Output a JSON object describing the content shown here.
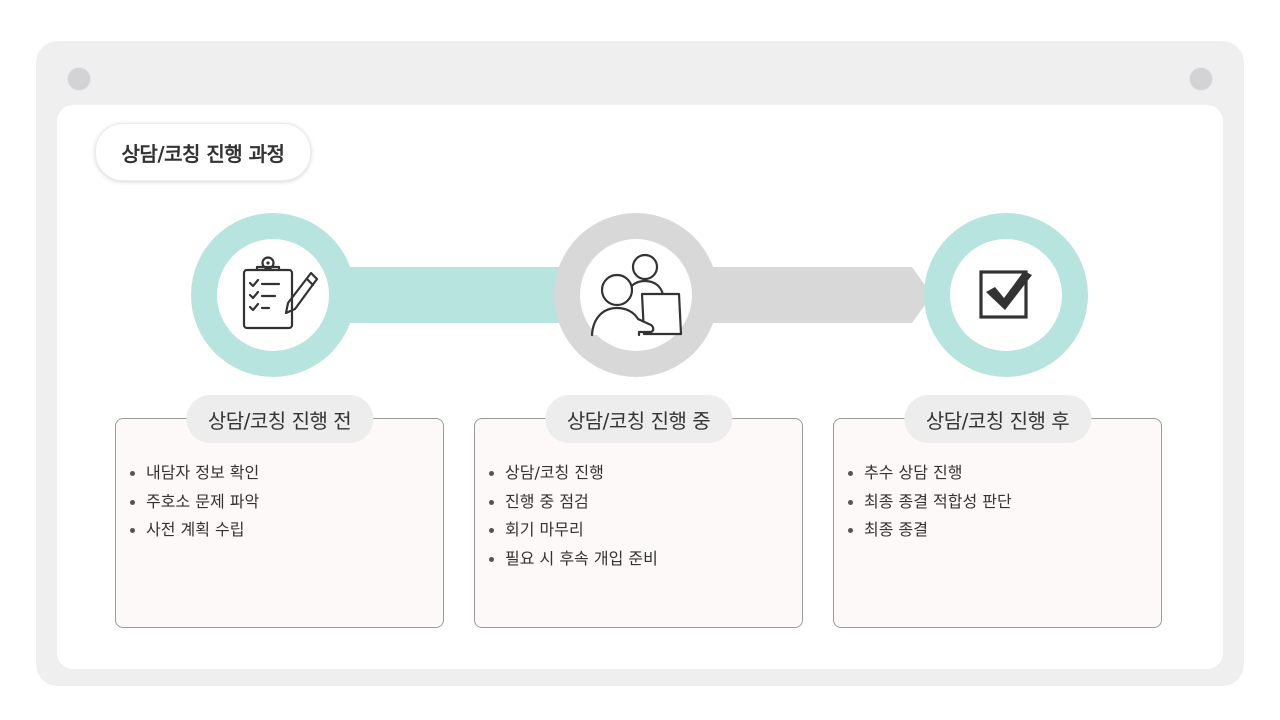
{
  "title": "상담/코칭 진행 과정",
  "colors": {
    "teal": "#b8e4df",
    "gray": "#d8d8d8",
    "icon_stroke": "#333333",
    "box_bg": "#fcf9f8"
  },
  "steps": [
    {
      "heading": "상담/코칭 진행 전",
      "icon": "clipboard-checklist-pen-icon",
      "items": [
        "내담자 정보 확인",
        "주호소 문제 파악",
        "사전 계획 수립"
      ]
    },
    {
      "heading": "상담/코칭 진행 중",
      "icon": "two-people-talking-icon",
      "items": [
        "상담/코칭 진행",
        "진행 중 점검",
        "회기 마무리",
        "필요 시 후속 개입 준비"
      ]
    },
    {
      "heading": "상담/코칭 진행 후",
      "icon": "checkbox-checked-icon",
      "items": [
        "추수 상담 진행",
        "최종 종결 적합성 판단",
        "최종 종결"
      ]
    }
  ]
}
